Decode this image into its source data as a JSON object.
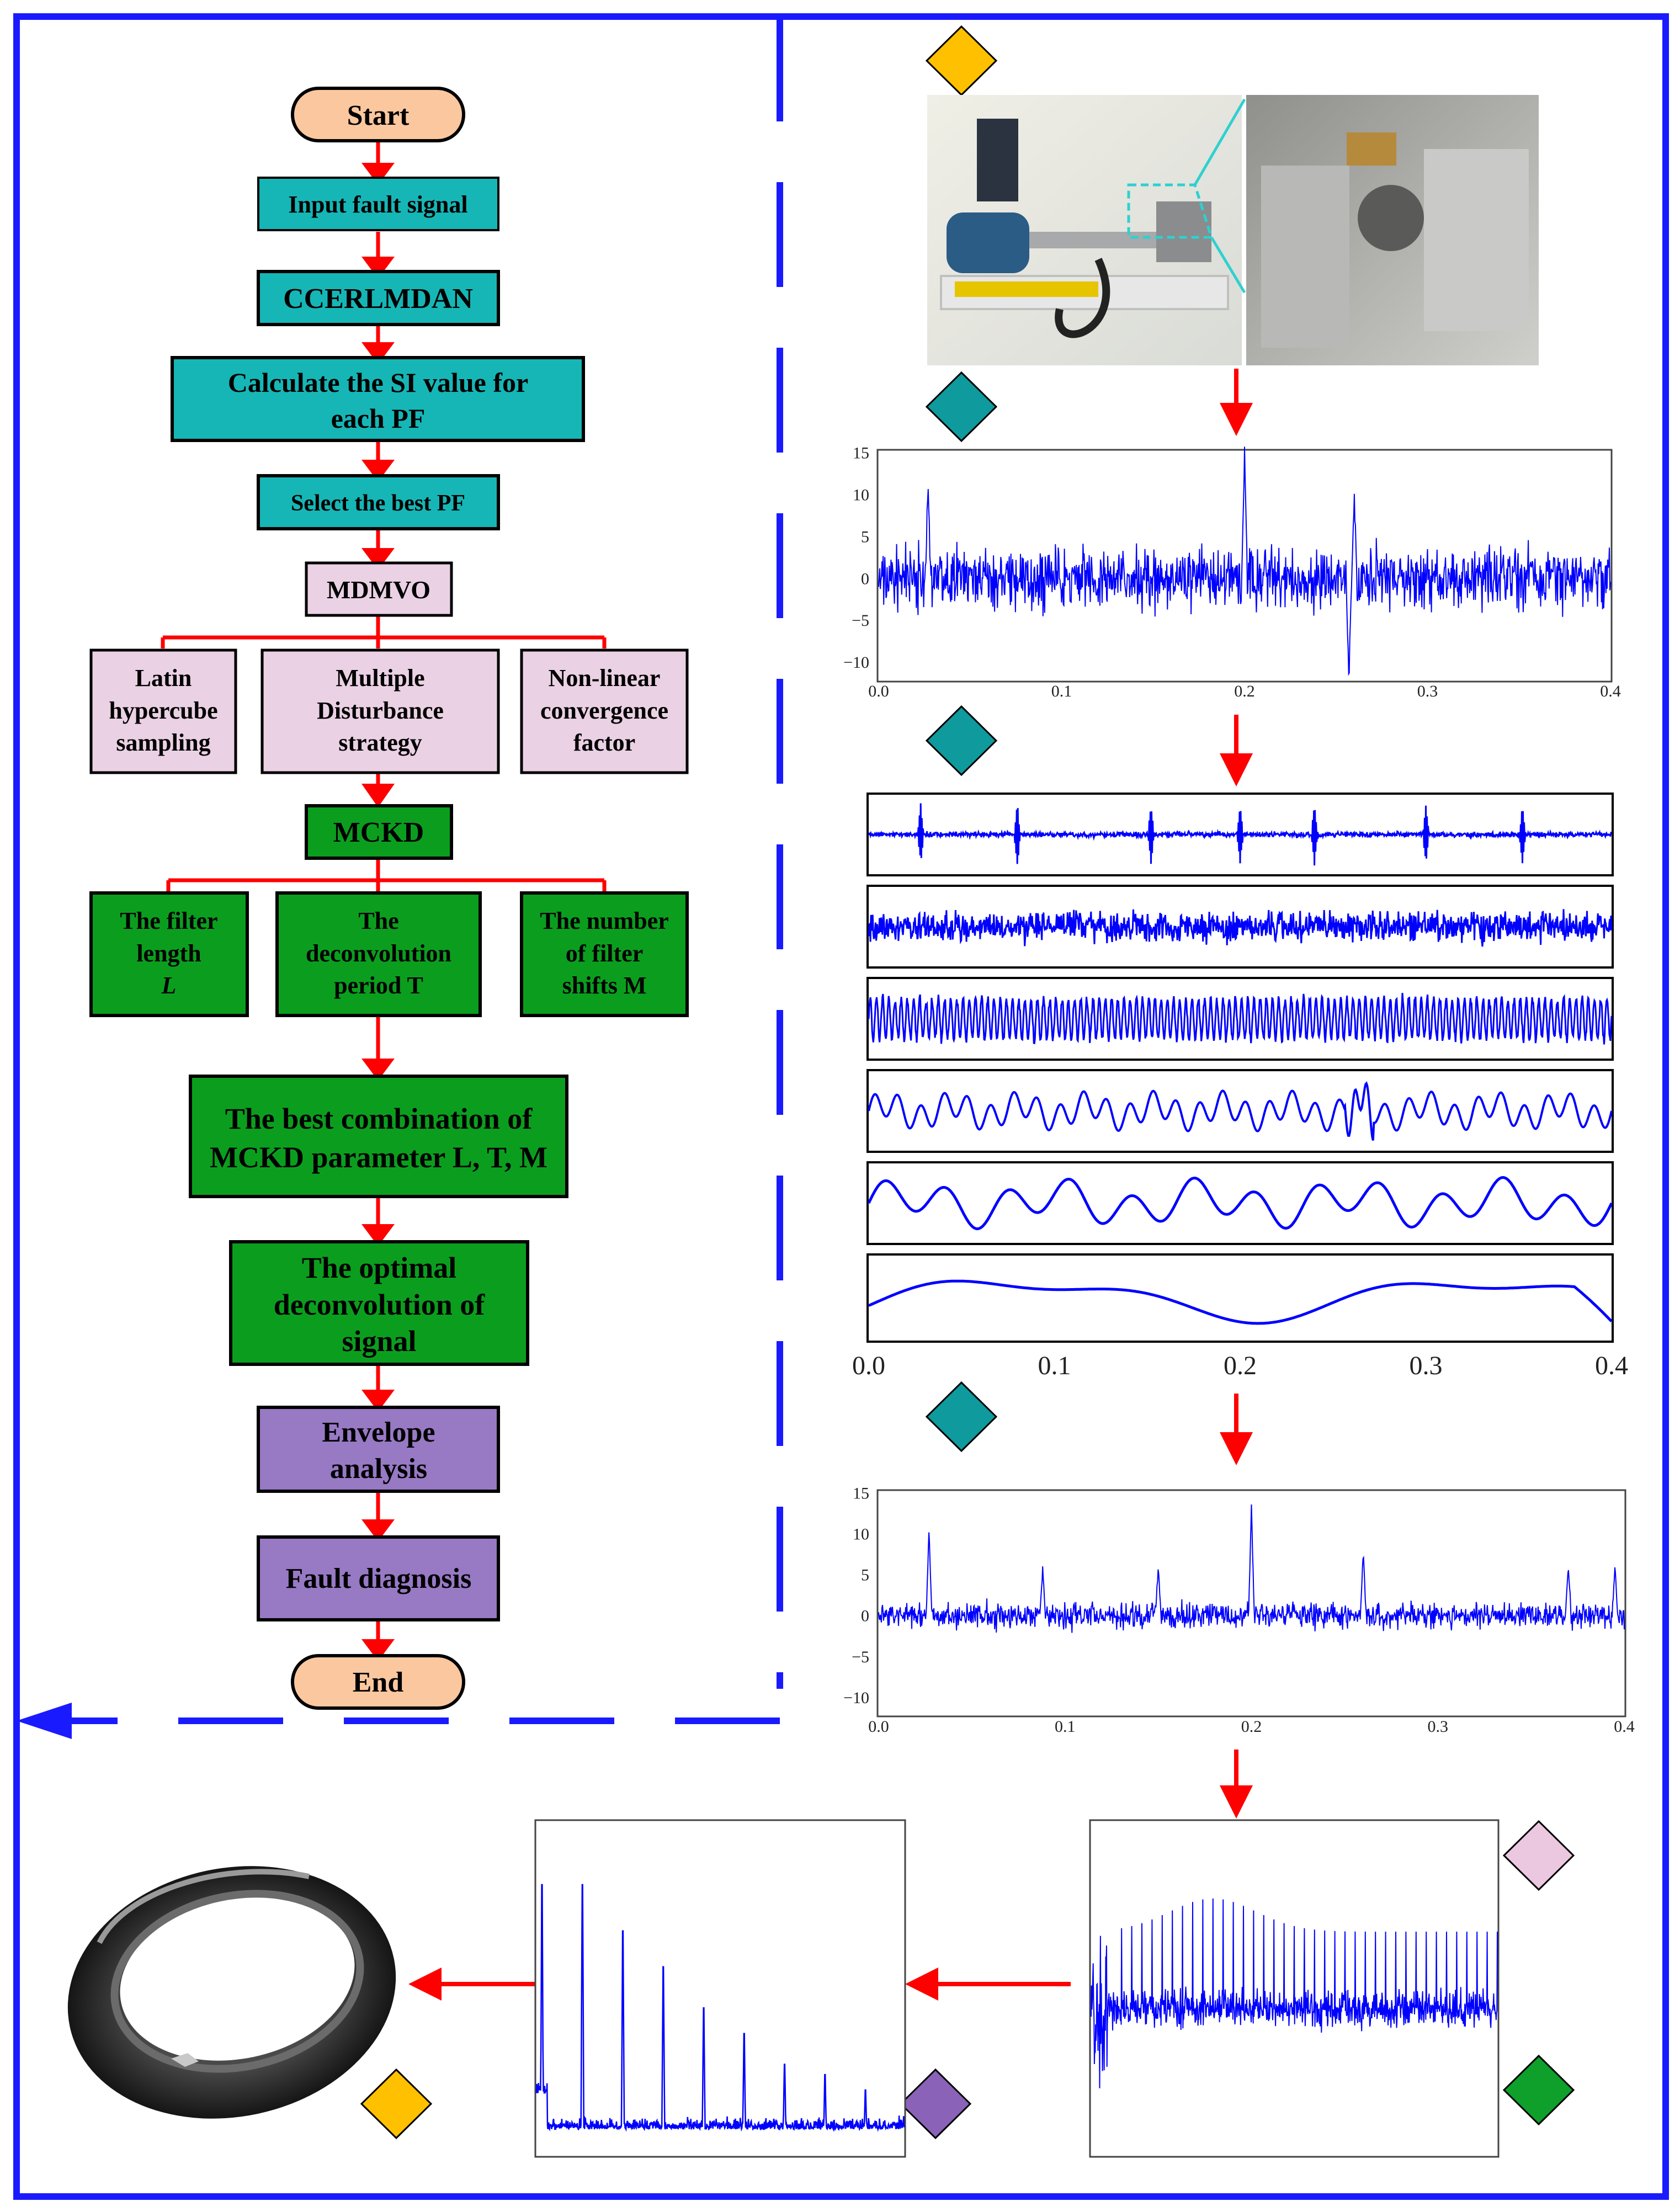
{
  "flowchart": {
    "start": "Start",
    "input": "Input fault signal",
    "ccerlmdan": "CCERLMDAN",
    "si_line1": "Calculate the SI value for",
    "si_line2": "each PF",
    "select": "Select the best PF",
    "mdmvo": "MDMVO",
    "latin": [
      "Latin",
      "hypercube",
      "sampling"
    ],
    "disturb": [
      "Multiple",
      "Disturbance",
      "strategy"
    ],
    "nonlinear": [
      "Non-linear",
      "convergence",
      "factor"
    ],
    "mckd": "MCKD",
    "filter_len": [
      "The filter",
      "length",
      "L"
    ],
    "deconv_period": [
      "The",
      "deconvolution",
      "period T"
    ],
    "filter_shifts": [
      "The number",
      "of filter",
      "shifts M"
    ],
    "best_combo": [
      "The best combination of",
      "MCKD parameter L, T, M"
    ],
    "optimal": [
      "The optimal",
      "deconvolution of",
      "signal"
    ],
    "envelope": [
      "Envelope",
      "analysis"
    ],
    "fault": "Fault diagnosis",
    "end": "End"
  },
  "colors": {
    "frame": "#1a1aff",
    "arrow": "#ff0000",
    "cyan_node": "#16b6b6",
    "pink_node": "#ead1e4",
    "green_node": "#0b9e1e",
    "purple_node": "#9779c4",
    "terminal": "#fbc79f",
    "signal": "#0000ff",
    "diamond_gold": "#ffc000",
    "diamond_teal": "#0f9a9e",
    "diamond_pink": "#ecc8e0",
    "diamond_purple": "#8a63b8",
    "diamond_green": "#0ea02a"
  },
  "chart_data": [
    {
      "type": "line",
      "name": "raw-fault-signal",
      "x_ticks": [
        "0.0",
        "0.1",
        "0.2",
        "0.3",
        "0.4"
      ],
      "y_ticks": [
        "15",
        "10",
        "5",
        "0",
        "−5",
        "−10"
      ],
      "ylim": [
        -12,
        15
      ],
      "xlim": [
        0,
        0.4
      ],
      "impulses": [
        [
          0.027,
          11.5
        ],
        [
          0.2,
          15
        ],
        [
          0.257,
          -12
        ],
        [
          0.26,
          10
        ]
      ]
    },
    {
      "type": "line",
      "name": "decomposed-pf-components",
      "x_ticks": [
        "0.0",
        "0.1",
        "0.2",
        "0.3",
        "0.4"
      ],
      "components": 6
    },
    {
      "type": "line",
      "name": "deconvolved-signal",
      "x_ticks": [
        "0.0",
        "0.1",
        "0.2",
        "0.3",
        "0.4"
      ],
      "y_ticks": [
        "15",
        "10",
        "5",
        "0",
        "−5",
        "−10"
      ],
      "ylim": [
        -12,
        15
      ],
      "xlim": [
        0,
        0.4
      ],
      "impulses": [
        [
          0.027,
          10.5
        ],
        [
          0.088,
          6
        ],
        [
          0.15,
          6
        ],
        [
          0.2,
          13.5
        ],
        [
          0.26,
          8
        ],
        [
          0.37,
          6
        ],
        [
          0.395,
          6
        ]
      ]
    },
    {
      "type": "line",
      "name": "envelope-spectrum",
      "peaks": [
        1,
        1,
        0.82,
        0.68,
        0.52,
        0.42,
        0.3,
        0.26,
        0.2
      ]
    }
  ]
}
